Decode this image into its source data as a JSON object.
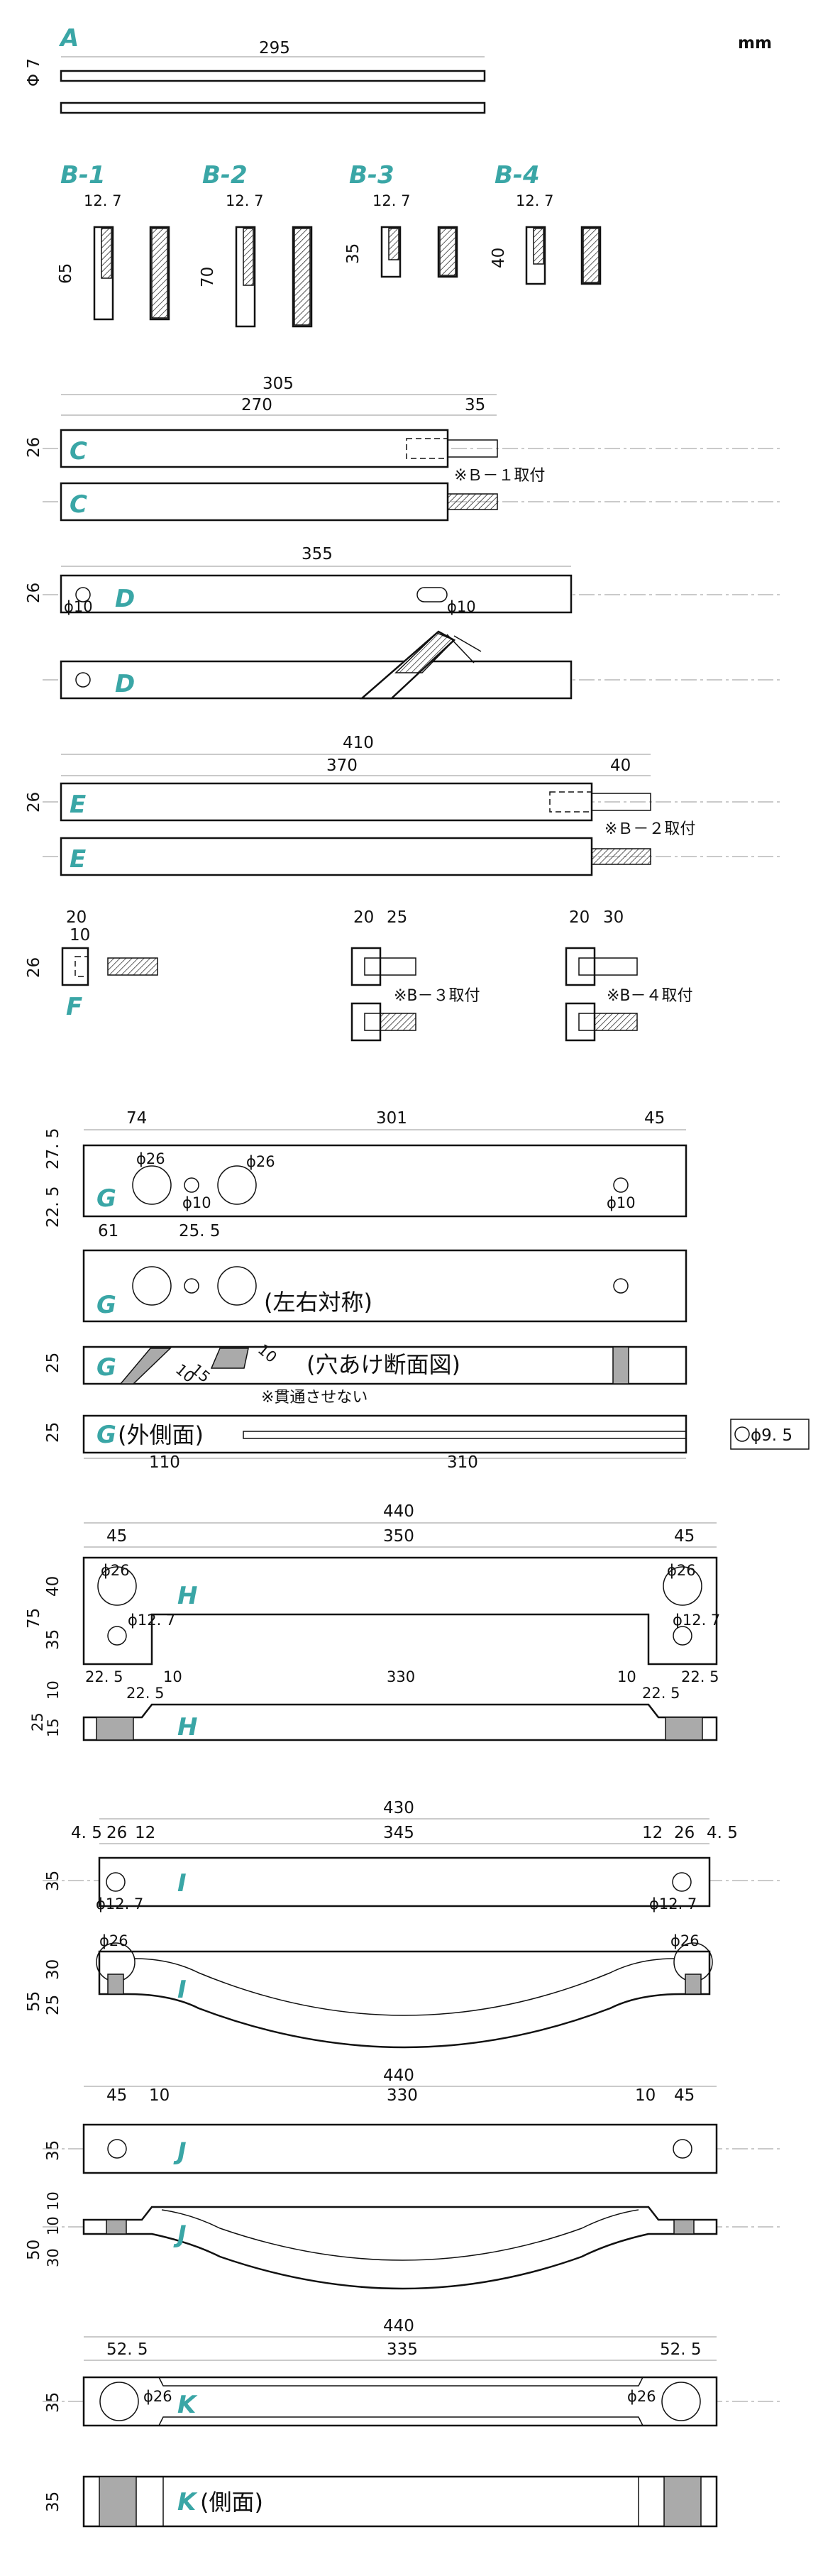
{
  "unit": "mm",
  "parts": {
    "A": {
      "label": "A",
      "length": "295",
      "dia": "Φ 7"
    },
    "B1": {
      "label": "B-1",
      "w": "12. 7",
      "h": "65"
    },
    "B2": {
      "label": "B-2",
      "w": "12. 7",
      "h": "70"
    },
    "B3": {
      "label": "B-3",
      "w": "12. 7",
      "h": "35"
    },
    "B4": {
      "label": "B-4",
      "w": "12. 7",
      "h": "40"
    },
    "C": {
      "label": "C",
      "total": "305",
      "body": "270",
      "pin": "35",
      "height": "26",
      "note": "※Ｂ－１取付"
    },
    "D": {
      "label": "D",
      "length": "355",
      "height": "26",
      "hole1": "ϕ10",
      "hole2": "ϕ10"
    },
    "E": {
      "label": "E",
      "total": "410",
      "body": "370",
      "pin": "40",
      "height": "26",
      "note": "※Ｂ－２取付"
    },
    "F": {
      "label": "F",
      "w1": "20",
      "w2": "10",
      "height": "26",
      "w3a": "20",
      "w3b": "25",
      "note3": "※B－３取付",
      "w4a": "20",
      "w4b": "30",
      "note4": "※B－４取付"
    },
    "G": {
      "label": "G",
      "d74": "74",
      "d301": "301",
      "d45": "45",
      "h1": "27. 5",
      "h2": "22. 5",
      "d61": "61",
      "d255": "25. 5",
      "hole26a": "ϕ26",
      "hole26b": "ϕ26",
      "hole10a": "ϕ10",
      "hole10b": "ϕ10",
      "sym": "(左右対称)",
      "section": "(穴あけ断面図)",
      "through": "※貫通させない",
      "a10": "10",
      "a15": "15",
      "b10": "10",
      "outer": "(外側面)",
      "h25a": "25",
      "h25b": "25",
      "d110": "110",
      "d310": "310",
      "tube": "ϕ9. 5"
    },
    "H": {
      "label": "H",
      "total": "440",
      "d45a": "45",
      "d350": "350",
      "d45b": "45",
      "h75": "75",
      "h40": "40",
      "h35": "35",
      "hole26a": "ϕ26",
      "hole26b": "ϕ26",
      "hole127a": "ϕ12. 7",
      "hole127b": "ϕ12. 7",
      "d225a": "22. 5",
      "d10a": "10",
      "d330": "330",
      "d10b": "10",
      "d225b": "22. 5",
      "h10": "10",
      "h25": "25",
      "h15": "15",
      "s225a": "22. 5",
      "s225b": "22. 5"
    },
    "I": {
      "label": "I",
      "total": "430",
      "d45a": "4. 5",
      "d26a": "26",
      "d12a": "12",
      "d345": "345",
      "d12b": "12",
      "d26b": "26",
      "d45b": "4. 5",
      "h35": "35",
      "hole127a": "ϕ12. 7",
      "hole127b": "ϕ12. 7",
      "hole26a": "ϕ26",
      "hole26b": "ϕ26",
      "h55": "55",
      "h30": "30",
      "h25": "25"
    },
    "J": {
      "label": "J",
      "total": "440",
      "d45a": "45",
      "d10a": "10",
      "d330": "330",
      "d10b": "10",
      "d45b": "45",
      "h35": "35",
      "h50": "50",
      "h10a": "10",
      "h10b": "10",
      "h30": "30"
    },
    "K": {
      "label": "K",
      "total": "440",
      "d525a": "52. 5",
      "d335": "335",
      "d525b": "52. 5",
      "h35a": "35",
      "hole26a": "ϕ26",
      "hole26b": "ϕ26",
      "side": "(側面)",
      "h35b": "35"
    }
  }
}
